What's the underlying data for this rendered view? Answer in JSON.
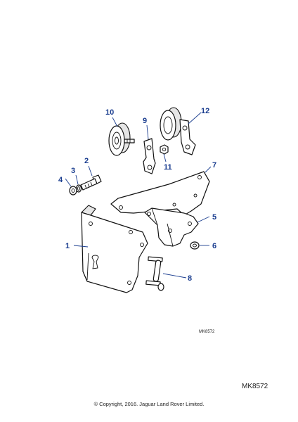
{
  "callouts": [
    {
      "label": "1"
    },
    {
      "label": "2"
    },
    {
      "label": "3"
    },
    {
      "label": "4"
    },
    {
      "label": "5"
    },
    {
      "label": "6"
    },
    {
      "label": "7"
    },
    {
      "label": "8"
    },
    {
      "label": "9"
    },
    {
      "label": "10"
    },
    {
      "label": "11"
    },
    {
      "label": "12"
    }
  ],
  "reference_small": "MK8572",
  "reference_large": "MK8572",
  "copyright": "© Copyright, 2016. Jaguar Land Rover Limited.",
  "colors": {
    "callout": "#1a3d8f",
    "line": "#111111"
  }
}
